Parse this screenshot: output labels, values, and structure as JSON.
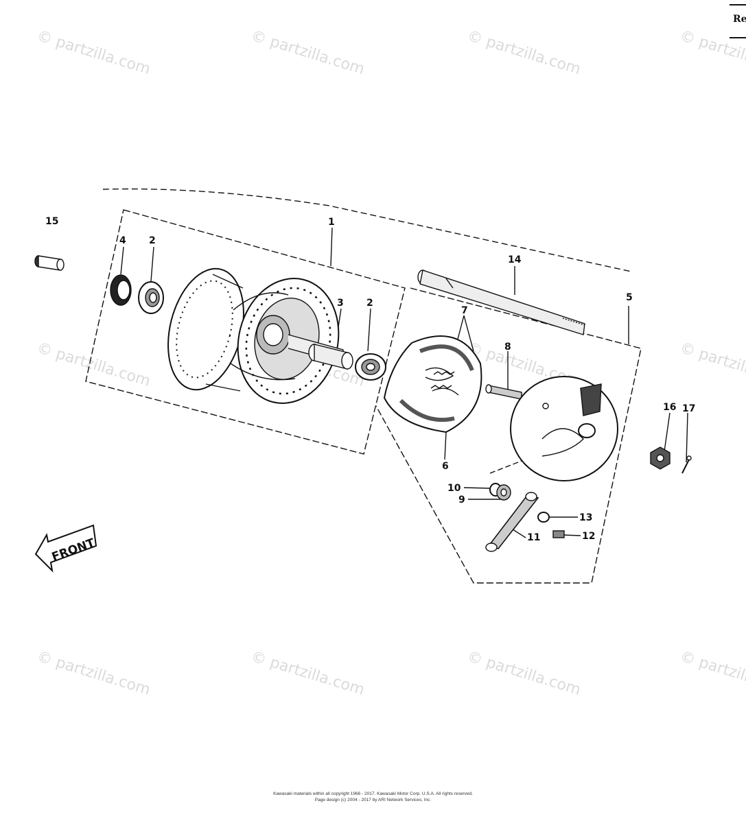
{
  "header": {
    "tab_text": "Re"
  },
  "watermark": "© partzilla.com",
  "callouts": [
    "1",
    "2",
    "2",
    "3",
    "4",
    "5",
    "6",
    "7",
    "8",
    "9",
    "10",
    "11",
    "12",
    "13",
    "14",
    "15",
    "16",
    "17"
  ],
  "front_arrow": "FRONT",
  "footer": {
    "line1": "Kawasaki materials within all copyright 1966 - 2017. Kawasaki Motor Corp. U.S.A.  All rights reserved.",
    "line2": "Page design (c) 2004 - 2017 by ARI Network Services, Inc."
  },
  "colors": {
    "ink": "#111111",
    "watermark": "#bdbdbd",
    "background": "#ffffff"
  }
}
